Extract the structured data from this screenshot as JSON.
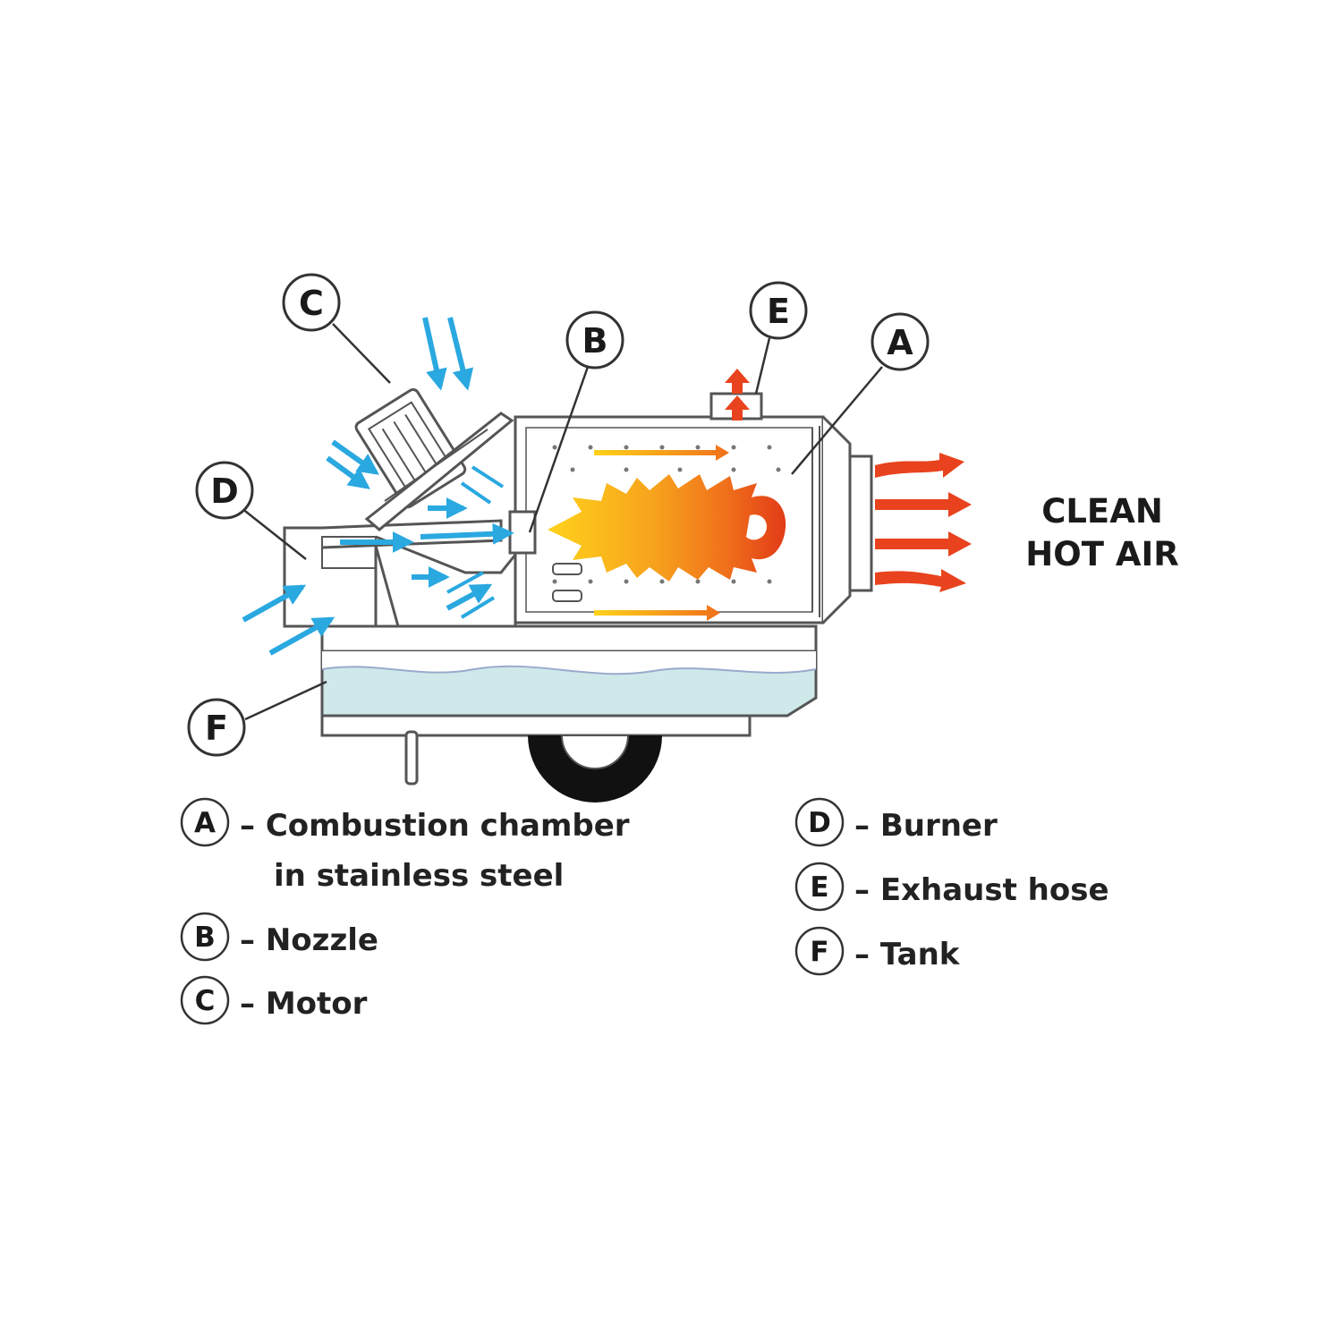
{
  "colors": {
    "line": "#555555",
    "cold_air": "#2aa8e0",
    "hot_air": "#e8431e",
    "tank_fluid": "#cfe9ea",
    "flame_yellow": "#ffd21a",
    "flame_orange": "#f58a1f",
    "flame_red": "#e23b17",
    "wheel": "#111111"
  },
  "callouts": [
    {
      "id": "A",
      "letter": "A"
    },
    {
      "id": "B",
      "letter": "B"
    },
    {
      "id": "C",
      "letter": "C"
    },
    {
      "id": "D",
      "letter": "D"
    },
    {
      "id": "E",
      "letter": "E"
    },
    {
      "id": "F",
      "letter": "F"
    }
  ],
  "outlet_label": {
    "line1": "CLEAN",
    "line2": "HOT AIR"
  },
  "legend": [
    {
      "letter": "A",
      "text": "– Combustion chamber",
      "text2": "in stainless steel"
    },
    {
      "letter": "B",
      "text": "– Nozzle"
    },
    {
      "letter": "C",
      "text": "– Motor"
    },
    {
      "letter": "D",
      "text": "– Burner"
    },
    {
      "letter": "E",
      "text": "– Exhaust hose"
    },
    {
      "letter": "F",
      "text": "– Tank"
    }
  ],
  "icons": {
    "cold_air_arrow": "cold-air-arrow-icon",
    "hot_air_arrow": "hot-air-arrow-icon",
    "exhaust_arrow": "exhaust-arrow-icon",
    "flame": "flame-icon"
  }
}
